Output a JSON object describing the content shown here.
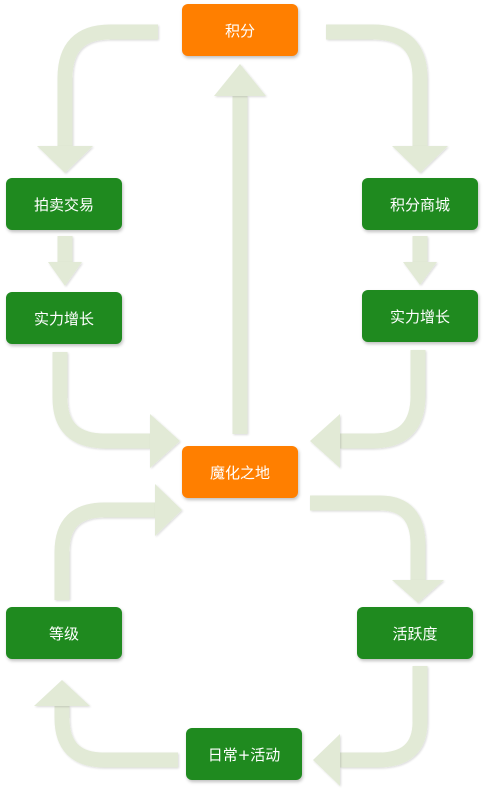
{
  "colors": {
    "node_green": "#1f8a1f",
    "node_orange": "#ff7f00",
    "arrow": "#e2ead6"
  },
  "nodes": {
    "jifen": {
      "label": "积分"
    },
    "paimai": {
      "label": "拍卖交易"
    },
    "shangcheng": {
      "label": "积分商城"
    },
    "shili_left": {
      "label": "实力增长"
    },
    "shili_right": {
      "label": "实力增长"
    },
    "mohua": {
      "label": "魔化之地"
    },
    "dengji": {
      "label": "等级"
    },
    "huoyue": {
      "label": "活跃度"
    },
    "richang": {
      "label": "日常+活动"
    }
  }
}
